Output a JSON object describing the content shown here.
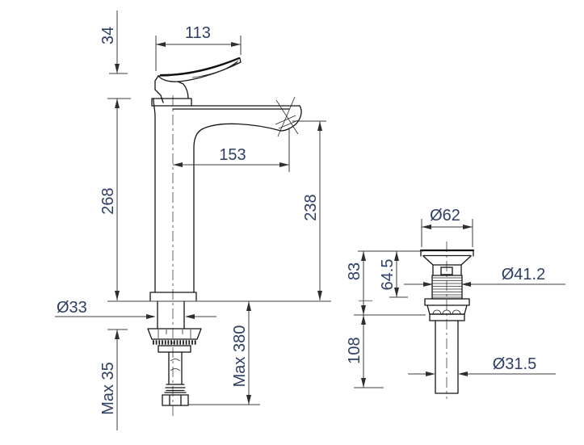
{
  "drawing": {
    "title": "faucet-and-drain-dimension-drawing",
    "faucet": {
      "handle_height": "34",
      "handle_length": "113",
      "spout_reach": "153",
      "body_height": "268",
      "outlet_height": "238",
      "shank_diameter": "Ø33",
      "max_deck_thickness": "Max 35",
      "max_below_counter": "Max 380"
    },
    "drain": {
      "flange_diameter": "Ø62",
      "upper_height": "83",
      "thread_length": "64.5",
      "thread_diameter": "Ø41.2",
      "tail_length": "108",
      "tail_diameter": "Ø31.5"
    },
    "colors": {
      "background": "#ffffff",
      "part_line": "#151515",
      "dimension_line": "#3d3d3d",
      "label_text": "#2e3f63"
    }
  }
}
